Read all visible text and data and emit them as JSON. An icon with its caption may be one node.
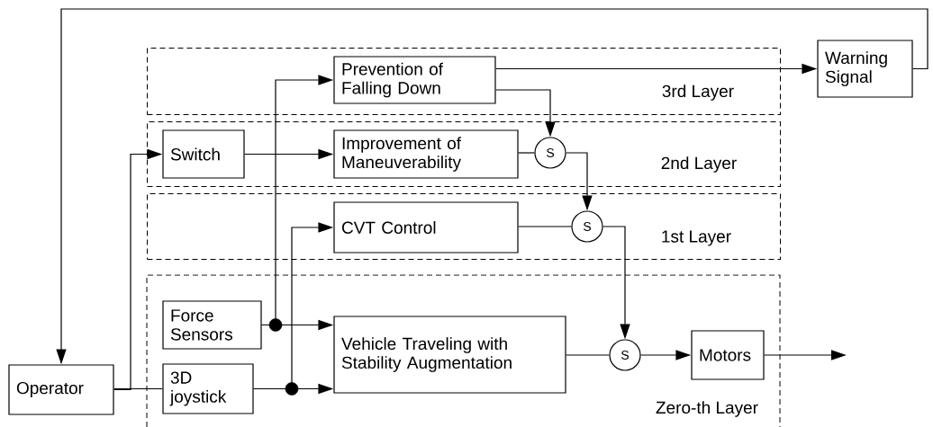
{
  "diagram": {
    "nodes": [
      {
        "text": [
          "3rd Layer"
        ]
      },
      {
        "text": [
          "Prevention of Falling Down"
        ],
        "in": 0
      },
      {
        "text": [
          "2nd Layer"
        ]
      },
      {
        "text": [
          "Switch"
        ],
        "in": 2
      },
      {
        "text": [
          "Improvement of Maneuverability"
        ],
        "in": 2
      },
      {
        "text": [
          "S"
        ],
        "in": 2
      },
      {
        "text": [
          "1st Layer"
        ]
      },
      {
        "text": [
          "CVT Control"
        ],
        "in": 6
      },
      {
        "text": [
          "S"
        ],
        "in": 6
      },
      {
        "text": [
          "Zero-th Layer"
        ]
      },
      {
        "text": [
          "Force Sensors"
        ],
        "in": 9
      },
      {
        "text": [
          "3D joystick"
        ],
        "in": 9
      },
      {
        "text": [
          "Vehicle Traveling with Stability Augmentation"
        ],
        "in": 9
      },
      {
        "text": [
          "S"
        ],
        "in": 9
      },
      {
        "text": [
          "Motors"
        ],
        "in": 9
      },
      {
        "text": [
          "Warning Signal"
        ]
      },
      {
        "text": [
          "Operator"
        ]
      }
    ],
    "edges": [
      {
        "from": 16,
        "to": 3,
        "arrow": "to"
      },
      {
        "from": 16,
        "to": 11,
        "arrow": "none"
      },
      {
        "from": 3,
        "to": 4,
        "arrow": "to"
      },
      {
        "from": 10,
        "to": 1,
        "arrow": "to"
      },
      {
        "from": 10,
        "to": 12,
        "arrow": "to"
      },
      {
        "from": 11,
        "to": 7,
        "arrow": "to"
      },
      {
        "from": 11,
        "to": 12,
        "arrow": "to"
      },
      {
        "from": 1,
        "to": 15,
        "arrow": "to"
      },
      {
        "from": 1,
        "to": 5,
        "arrow": "to"
      },
      {
        "from": 4,
        "to": 5,
        "arrow": "none"
      },
      {
        "from": 5,
        "to": 8,
        "arrow": "to"
      },
      {
        "from": 7,
        "to": 8,
        "arrow": "none"
      },
      {
        "from": 8,
        "to": 13,
        "arrow": "to"
      },
      {
        "from": 12,
        "to": 13,
        "arrow": "none"
      },
      {
        "from": 13,
        "to": 14,
        "arrow": "to"
      },
      {
        "from": 14,
        "to": null,
        "arrow": "to"
      },
      {
        "from": 15,
        "to": 16,
        "arrow": "to"
      }
    ]
  }
}
